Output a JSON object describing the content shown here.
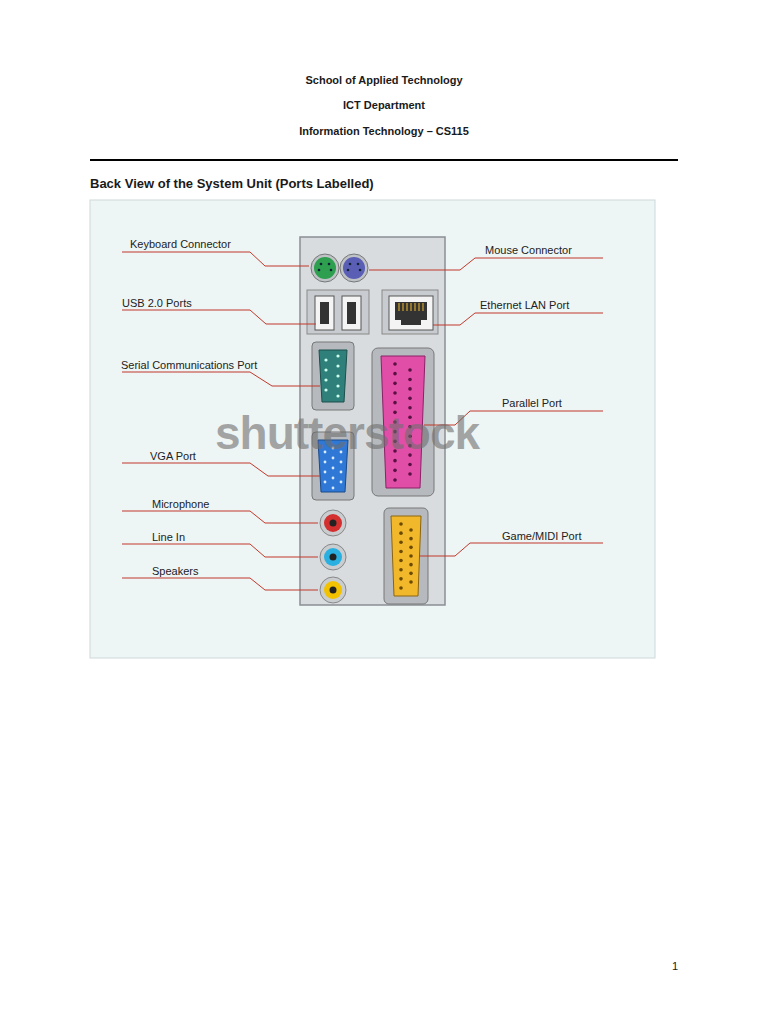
{
  "diagram": {
    "title": "Back View of the System Unit (Ports Labelled)",
    "labels": [
      "School of Applied Technology",
      "ICT Department",
      "Information Technology – CS115",
      "Keyboard Connector",
      "Mouse Connector",
      "USB 2.0 Ports",
      "Ethernet LAN Port",
      "Serial Communications Port",
      "Parallel Port",
      "shutterstock",
      "VGA Port",
      "Microphone",
      "Line In",
      "Game/MIDI Port",
      "Speakers",
      "1"
    ]
  }
}
